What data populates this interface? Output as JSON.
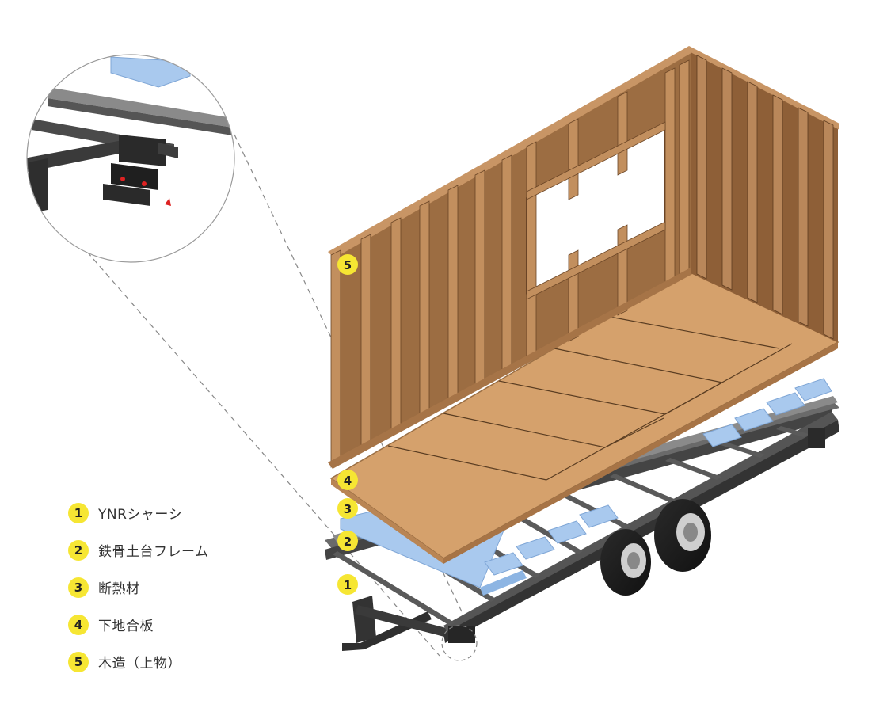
{
  "callouts": {
    "c1": "1",
    "c2": "2",
    "c3": "3",
    "c4": "4",
    "c5": "5"
  },
  "legend": {
    "items": [
      {
        "num": "1",
        "label": "YNRシャーシ"
      },
      {
        "num": "2",
        "label": "鉄骨土台フレーム"
      },
      {
        "num": "3",
        "label": "断熱材"
      },
      {
        "num": "4",
        "label": "下地合板"
      },
      {
        "num": "5",
        "label": "木造（上物）"
      }
    ]
  },
  "colors": {
    "badge": "#f6e633",
    "wood": "#b5865a",
    "plywood": "#d8a06a",
    "insulation": "#a9c9ee",
    "steel": "#3b3b3b"
  }
}
